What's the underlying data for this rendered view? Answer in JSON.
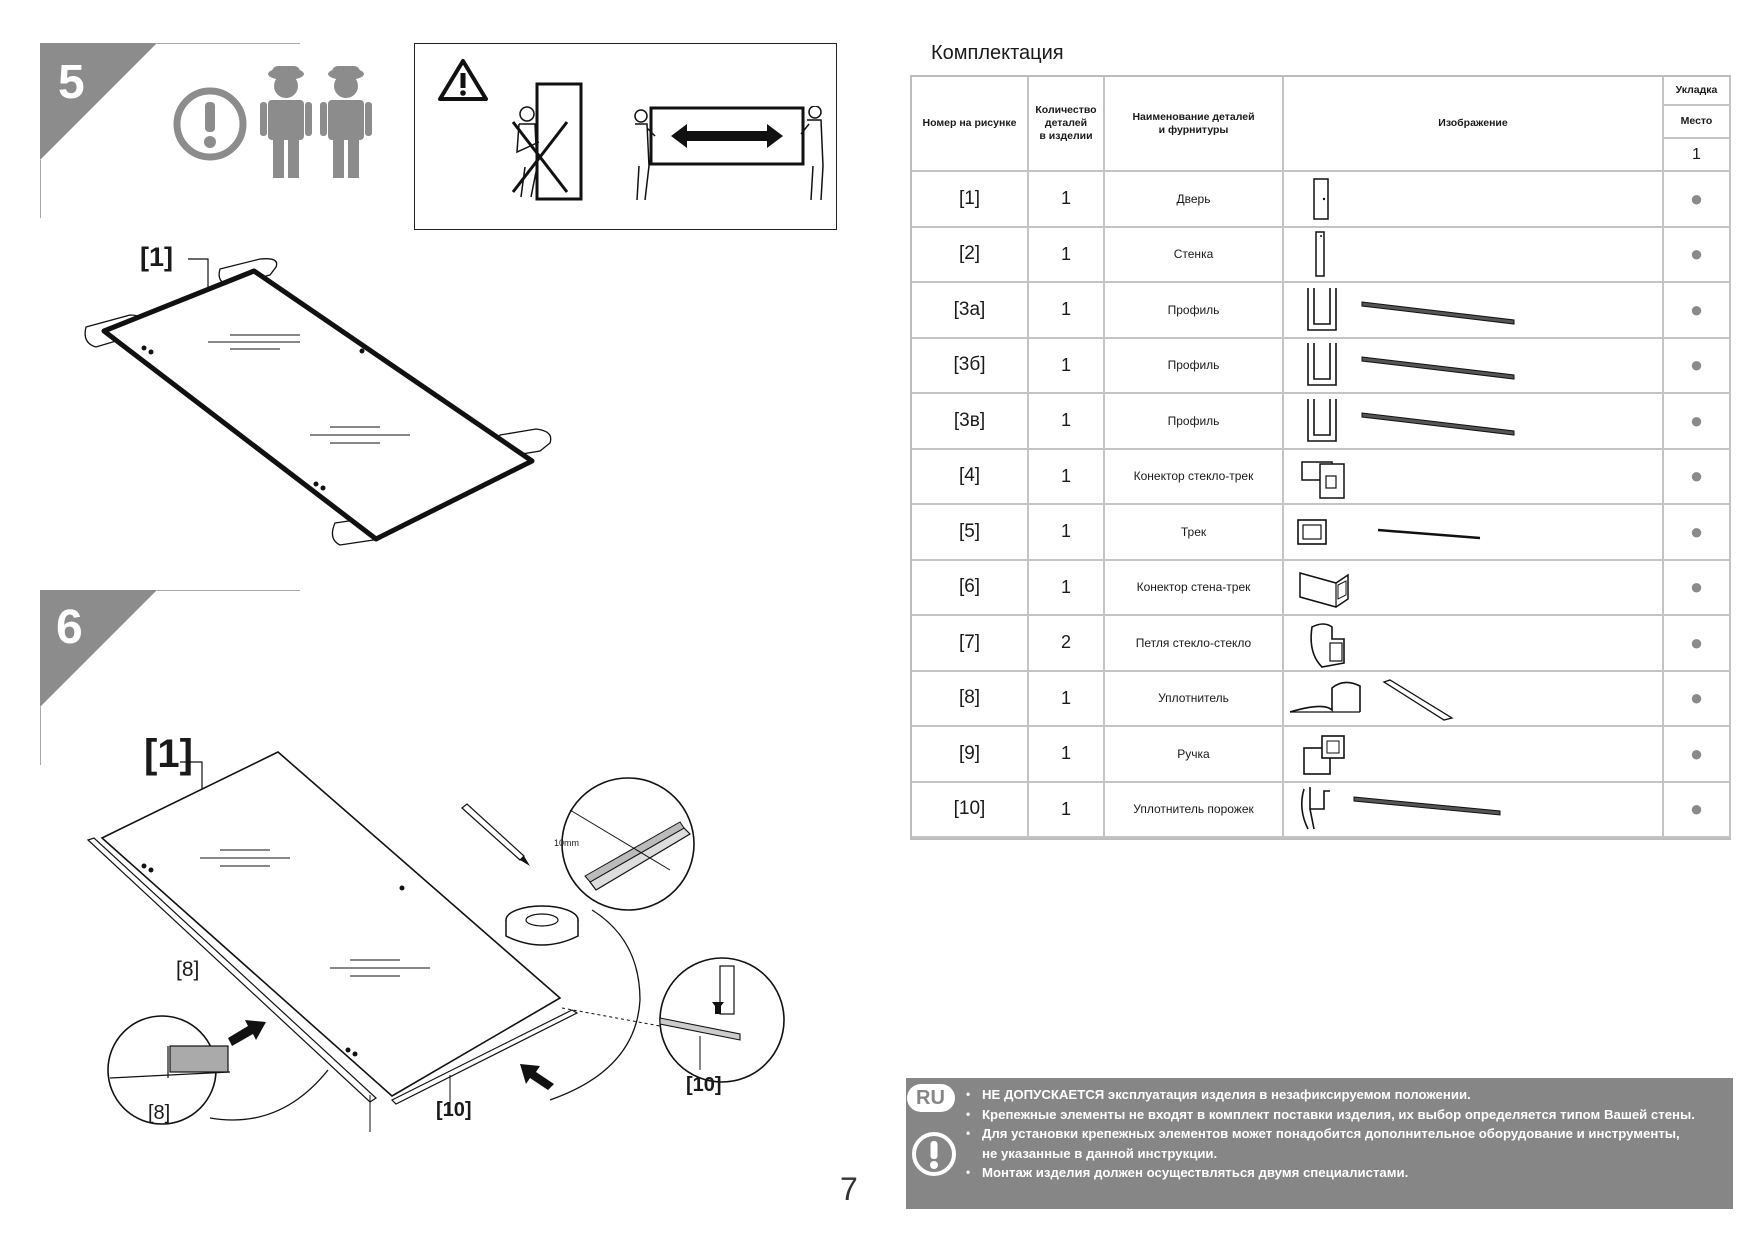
{
  "steps": {
    "step5": "5",
    "step6": "6"
  },
  "labels": {
    "part1_step5": "[1]",
    "part1_step6": "[1]",
    "part8_a": "[8]",
    "part8_b": "[8]",
    "part10_a": "[10]",
    "part10_b": "[10]",
    "measure": "10mm"
  },
  "table": {
    "title": "Комплектация",
    "headers": {
      "number": "Номер на рисунке",
      "qty": [
        "Количество",
        "деталей",
        "в изделии"
      ],
      "name": [
        "Наименование деталей",
        "и фурнитуры"
      ],
      "image": "Изображение",
      "packing": "Укладка",
      "place": "Место",
      "place_num": "1"
    },
    "rows": [
      {
        "num": "[1]",
        "qty": "1",
        "name": "Дверь",
        "dot": "●",
        "icon": "door-icon"
      },
      {
        "num": "[2]",
        "qty": "1",
        "name": "Стенка",
        "dot": "●",
        "icon": "wall-panel-icon"
      },
      {
        "num": "[3а]",
        "qty": "1",
        "name": "Профиль",
        "dot": "●",
        "icon": "profile-icon"
      },
      {
        "num": "[3б]",
        "qty": "1",
        "name": "Профиль",
        "dot": "●",
        "icon": "profile-icon"
      },
      {
        "num": "[3в]",
        "qty": "1",
        "name": "Профиль",
        "dot": "●",
        "icon": "profile-icon"
      },
      {
        "num": "[4]",
        "qty": "1",
        "name": "Конектор стекло-трек",
        "dot": "●",
        "icon": "glass-track-connector-icon"
      },
      {
        "num": "[5]",
        "qty": "1",
        "name": "Трек",
        "dot": "●",
        "icon": "track-icon"
      },
      {
        "num": "[6]",
        "qty": "1",
        "name": "Конектор стена-трек",
        "dot": "●",
        "icon": "wall-track-connector-icon"
      },
      {
        "num": "[7]",
        "qty": "2",
        "name": "Петля стекло-стекло",
        "dot": "●",
        "icon": "hinge-icon"
      },
      {
        "num": "[8]",
        "qty": "1",
        "name": "Уплотнитель",
        "dot": "●",
        "icon": "seal-icon"
      },
      {
        "num": "[9]",
        "qty": "1",
        "name": "Ручка",
        "dot": "●",
        "icon": "handle-icon"
      },
      {
        "num": "[10]",
        "qty": "1",
        "name": "Уплотнитель порожек",
        "dot": "●",
        "icon": "threshold-seal-icon"
      }
    ]
  },
  "notice": {
    "lang": "RU",
    "lines": [
      "НЕ ДОПУСКАЕТСЯ эксплуатация изделия в незафиксируемом положении.",
      "Крепежные элементы не входят в комплект поставки изделия, их выбор определяется типом Вашей стены.",
      "Для установки крепежных элементов может понадобится дополнительное оборудование и инструменты,",
      "не указанные в данной инструкции.",
      "Монтаж изделия должен осуществляться двумя специалистами."
    ],
    "bullet": "•"
  },
  "page_number": "7"
}
